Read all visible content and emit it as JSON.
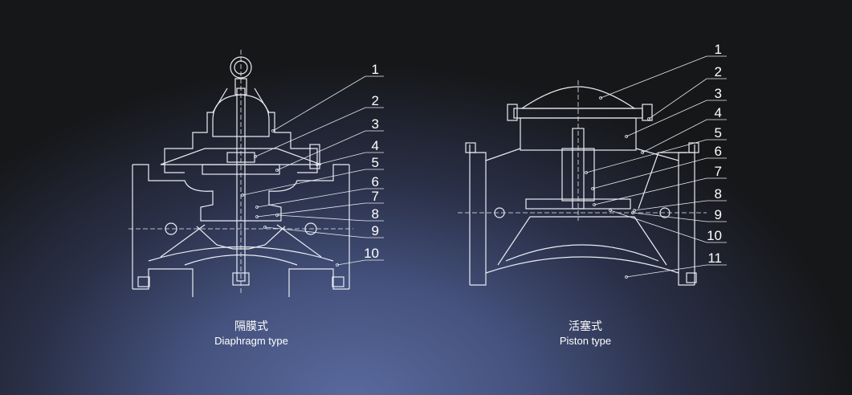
{
  "diaphragm": {
    "caption_zh": "隔膜式",
    "caption_en": "Diaphragm type",
    "labels": [
      "1",
      "2",
      "3",
      "4",
      "5",
      "6",
      "7",
      "8",
      "9",
      "10"
    ]
  },
  "piston": {
    "caption_zh": "活塞式",
    "caption_en": "Piston type",
    "labels": [
      "1",
      "2",
      "3",
      "4",
      "5",
      "6",
      "7",
      "8",
      "9",
      "10",
      "11"
    ]
  }
}
